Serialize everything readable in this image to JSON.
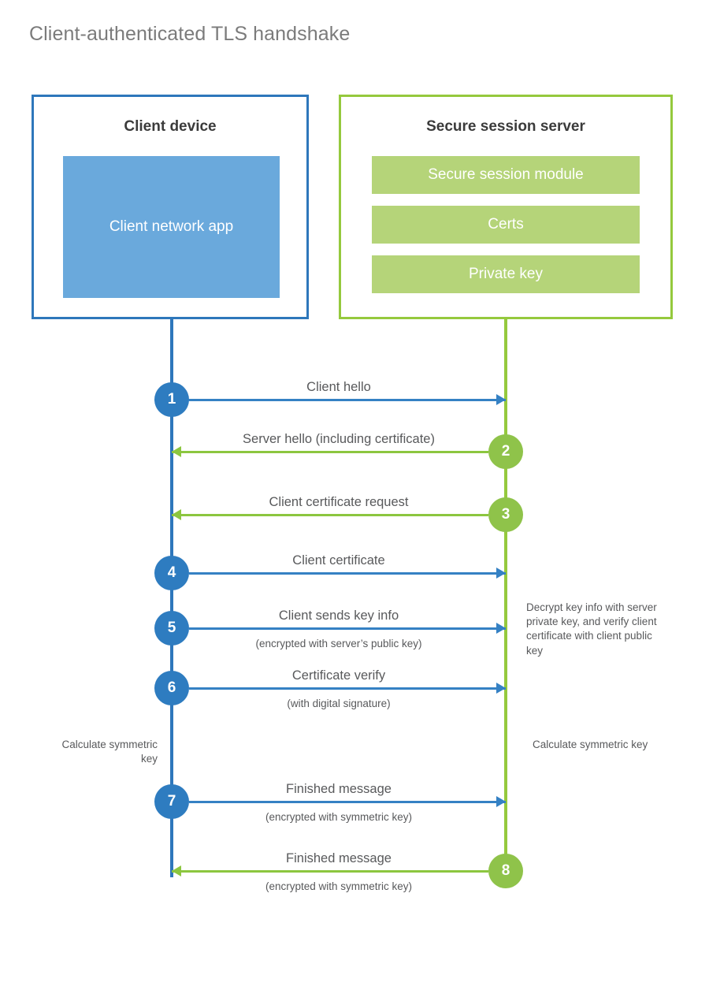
{
  "title": "Client-authenticated TLS handshake",
  "colors": {
    "client_accent": "#2e77bb",
    "client_circle": "#2e7cc0",
    "client_app_fill": "#6aa9dc",
    "server_accent": "#95c93d",
    "server_circle": "#8fc34a",
    "server_bar_fill": "#b5d479",
    "arrow_blue": "#3581c4",
    "arrow_green": "#8cc63f",
    "text": "#58595b",
    "title_text": "#7b7b7b",
    "background": "#ffffff"
  },
  "client": {
    "title": "Client device",
    "app_label": "Client network app"
  },
  "server": {
    "title": "Secure session server",
    "components": [
      {
        "label": "Secure session module"
      },
      {
        "label": "Certs"
      },
      {
        "label": "Private key"
      }
    ]
  },
  "steps": [
    {
      "number": "1",
      "label": "Client hello",
      "sublabel": "",
      "direction": "client-to-server",
      "color": "blue"
    },
    {
      "number": "2",
      "label": "Server hello (including certificate)",
      "sublabel": "",
      "direction": "server-to-client",
      "color": "green"
    },
    {
      "number": "3",
      "label": "Client certificate request",
      "sublabel": "",
      "direction": "server-to-client",
      "color": "green"
    },
    {
      "number": "4",
      "label": "Client certificate",
      "sublabel": "",
      "direction": "client-to-server",
      "color": "blue"
    },
    {
      "number": "5",
      "label": "Client sends key info",
      "sublabel": "(encrypted with server’s public key)",
      "direction": "client-to-server",
      "color": "blue"
    },
    {
      "number": "6",
      "label": "Certificate verify",
      "sublabel": "(with digital signature)",
      "direction": "client-to-server",
      "color": "blue"
    },
    {
      "number": "7",
      "label": "Finished message",
      "sublabel": "(encrypted with symmetric key)",
      "direction": "client-to-server",
      "color": "blue"
    },
    {
      "number": "8",
      "label": "Finished message",
      "sublabel": "(encrypted with symmetric key)",
      "direction": "server-to-client",
      "color": "green"
    }
  ],
  "notes": {
    "decrypt": "Decrypt key info with server private key, and verify client certificate with client public key",
    "calculate_client": "Calculate symmetric key",
    "calculate_server": "Calculate symmetric key"
  }
}
